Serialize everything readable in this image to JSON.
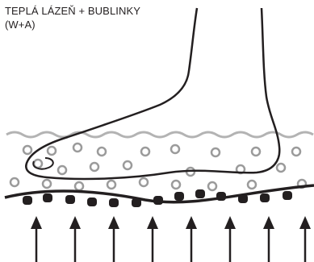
{
  "title": {
    "line1": "TEPLÁ LÁZEŇ + BUBLINKY",
    "line2": "(W+A)"
  },
  "colors": {
    "ink": "#231f20",
    "water": "#b3b3b3",
    "bubbles": "#9b9b9b"
  },
  "icons": {
    "foot": "foot-icon",
    "water": "water-surface-line",
    "bubbles": "air-bubble-icon",
    "nozzles": "jet-nozzle-icon",
    "arrows": "up-arrow-icon"
  }
}
